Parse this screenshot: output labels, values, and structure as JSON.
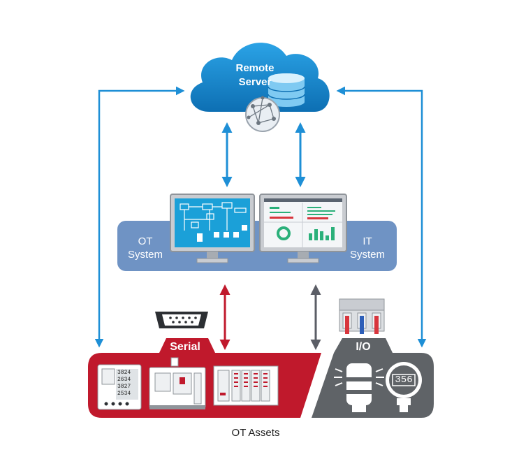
{
  "cloud": {
    "line1": "Remote",
    "line2": "Server"
  },
  "ot_system": {
    "line1": "OT",
    "line2": "System"
  },
  "it_system": {
    "line1": "IT",
    "line2": "System"
  },
  "serial": {
    "label": "Serial"
  },
  "io": {
    "label": "I/O"
  },
  "footer": "OT Assets",
  "meter_readings": [
    "3824",
    "2634",
    "3827",
    "2534"
  ],
  "gauge_reading": "356",
  "colors": {
    "blue_arrow": "#1e8fd6",
    "cloud_blue": "#1a8ad0",
    "system_band": "#6f93c4",
    "serial_red": "#c0192c",
    "io_gray": "#5f6367",
    "dark_arrow": "#5b5e66"
  }
}
